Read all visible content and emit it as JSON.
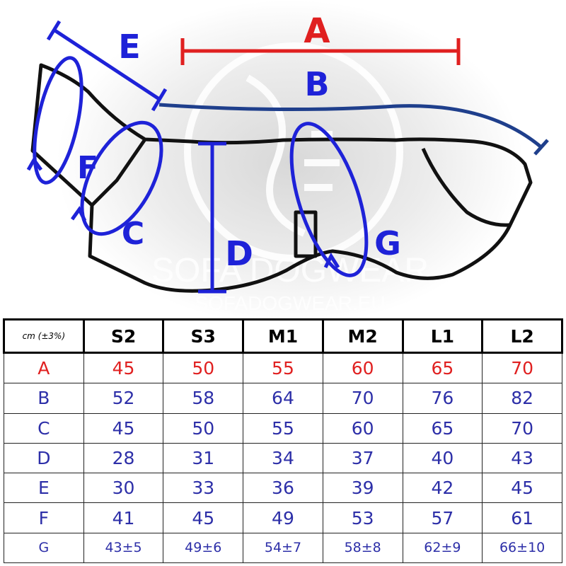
{
  "watermark": {
    "brand": "SOFA DOGWEAR",
    "url": "SOFADOGWEAR.EU"
  },
  "labels": {
    "A": "A",
    "B": "B",
    "C": "C",
    "D": "D",
    "E": "E",
    "F": "F",
    "G": "G"
  },
  "colors": {
    "red": "#e02020",
    "blue": "#1e22d8",
    "navy": "#1f3f8c",
    "outline": "#111111",
    "table_blue": "#2d2fa8"
  },
  "table": {
    "unit": "cm (±3%)",
    "sizes": [
      "S2",
      "S3",
      "M1",
      "M2",
      "L1",
      "L2"
    ],
    "rows": [
      {
        "label": "A",
        "values": [
          "45",
          "50",
          "55",
          "60",
          "65",
          "70"
        ]
      },
      {
        "label": "B",
        "values": [
          "52",
          "58",
          "64",
          "70",
          "76",
          "82"
        ]
      },
      {
        "label": "C",
        "values": [
          "45",
          "50",
          "55",
          "60",
          "65",
          "70"
        ]
      },
      {
        "label": "D",
        "values": [
          "28",
          "31",
          "34",
          "37",
          "40",
          "43"
        ]
      },
      {
        "label": "E",
        "values": [
          "30",
          "33",
          "36",
          "39",
          "42",
          "45"
        ]
      },
      {
        "label": "F",
        "values": [
          "41",
          "45",
          "49",
          "53",
          "57",
          "61"
        ]
      },
      {
        "label": "G",
        "values": [
          "43±5",
          "49±6",
          "54±7",
          "58±8",
          "62±9",
          "66±10"
        ]
      }
    ]
  }
}
